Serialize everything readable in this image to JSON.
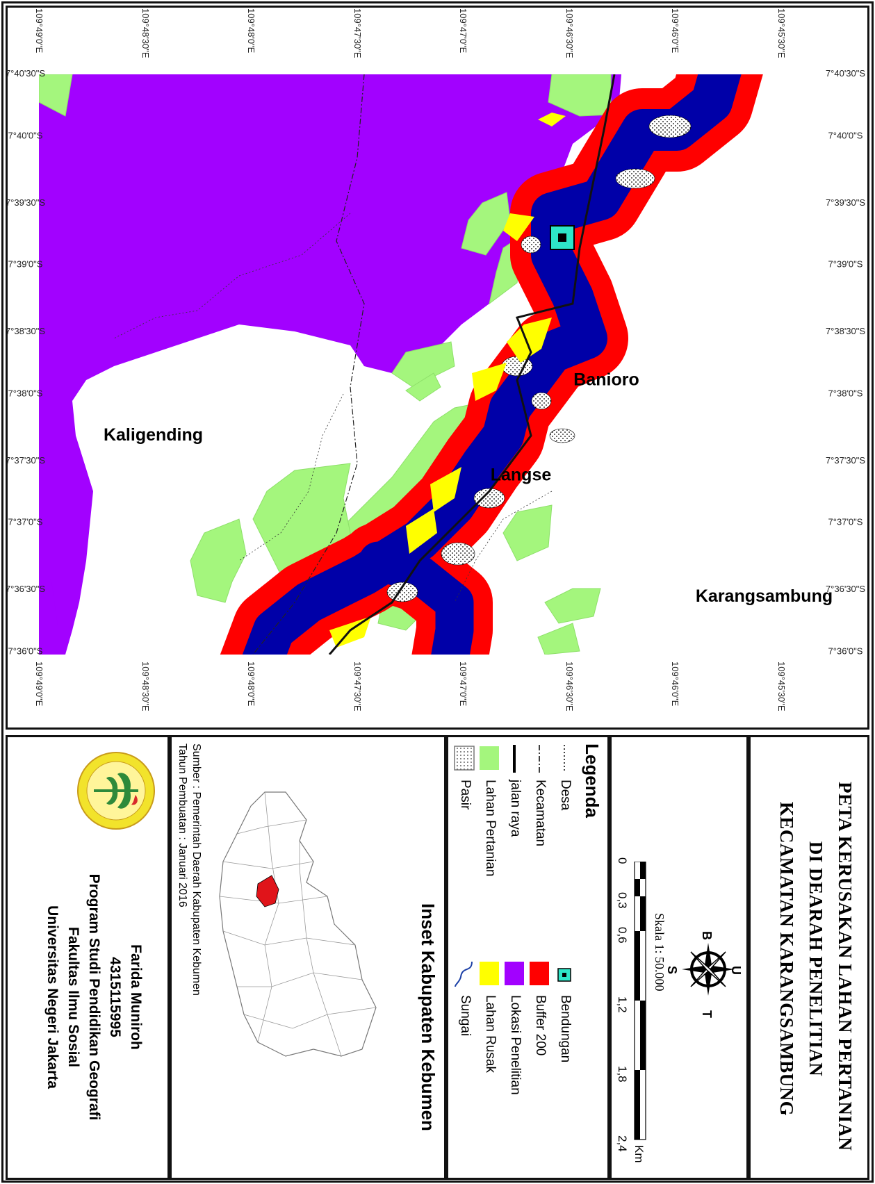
{
  "title": {
    "line1": "PETA KERUSAKAN LAHAN PERTANIAN",
    "line2": "DI DEARAH PENELITIAN",
    "line3": "KECAMATAN KARANGSAMBUNG"
  },
  "compass": {
    "north": "U",
    "south": "S",
    "west": "B",
    "east": "T"
  },
  "scale": {
    "label": "Skala 1: 50.000",
    "ticks": [
      "0",
      "0,3",
      "0,6",
      "1,2",
      "1,8",
      "2,4"
    ],
    "unit": "Km"
  },
  "legend": {
    "heading": "Legenda",
    "left_items": [
      {
        "label": "Desa",
        "symbol": "line-dotted"
      },
      {
        "label": "Kecamatan",
        "symbol": "line-dashdot"
      },
      {
        "label": "jalan raya",
        "symbol": "line-solid"
      },
      {
        "label": "Lahan Pertanian",
        "symbol": "fill",
        "color": "#a4f67d"
      },
      {
        "label": "Pasir",
        "symbol": "fill-stipple",
        "color": "#ffffff"
      }
    ],
    "right_items": [
      {
        "label": "Bendungan",
        "symbol": "point-square",
        "color": "#2ee6c8"
      },
      {
        "label": "Buffer 200",
        "symbol": "fill",
        "color": "#ff0000"
      },
      {
        "label": "Lokasi Penelitian",
        "symbol": "fill",
        "color": "#a201ff"
      },
      {
        "label": "Lahan Rusak",
        "symbol": "fill",
        "color": "#ffff00"
      },
      {
        "label": "Sungai",
        "symbol": "line-river",
        "color": "#1b3fa6"
      }
    ]
  },
  "inset": {
    "title": "Inset Kabupaten Kebumen",
    "highlight_color": "#e0141a"
  },
  "source": {
    "line1": "Sumber : Pemerintah Daerah Kabupaten Kebumen",
    "line2": "Tahun Pembuatan : Januari 2016"
  },
  "credits": {
    "name": "Farida Muniroh",
    "nim": "4315115995",
    "program": "Program Studi Pendidikan Geografi",
    "faculty": "Fakultas Ilmu Sosial",
    "university": "Universitas Negeri Jakarta"
  },
  "map": {
    "latitude_labels": [
      "7°40'30\"S",
      "7°40'0\"S",
      "7°39'30\"S",
      "7°39'0\"S",
      "7°38'30\"S",
      "7°38'0\"S",
      "7°37'30\"S",
      "7°37'0\"S",
      "7°36'30\"S",
      "7°36'0\"S"
    ],
    "longitude_labels": [
      "109°45'30\"E",
      "109°46'0\"E",
      "109°46'30\"E",
      "109°47'0\"E",
      "109°47'30\"E",
      "109°48'0\"E",
      "109°48'30\"E",
      "109°49'0\"E"
    ],
    "place_names": [
      "Karangsambung",
      "Banioro",
      "Langse",
      "Kaligending"
    ],
    "colors": {
      "study_area": "#a201ff",
      "farmland": "#a4f67d",
      "buffer": "#ff0000",
      "river": "#0000a8",
      "damaged": "#ffff00",
      "dam": "#2ee6c8"
    }
  }
}
